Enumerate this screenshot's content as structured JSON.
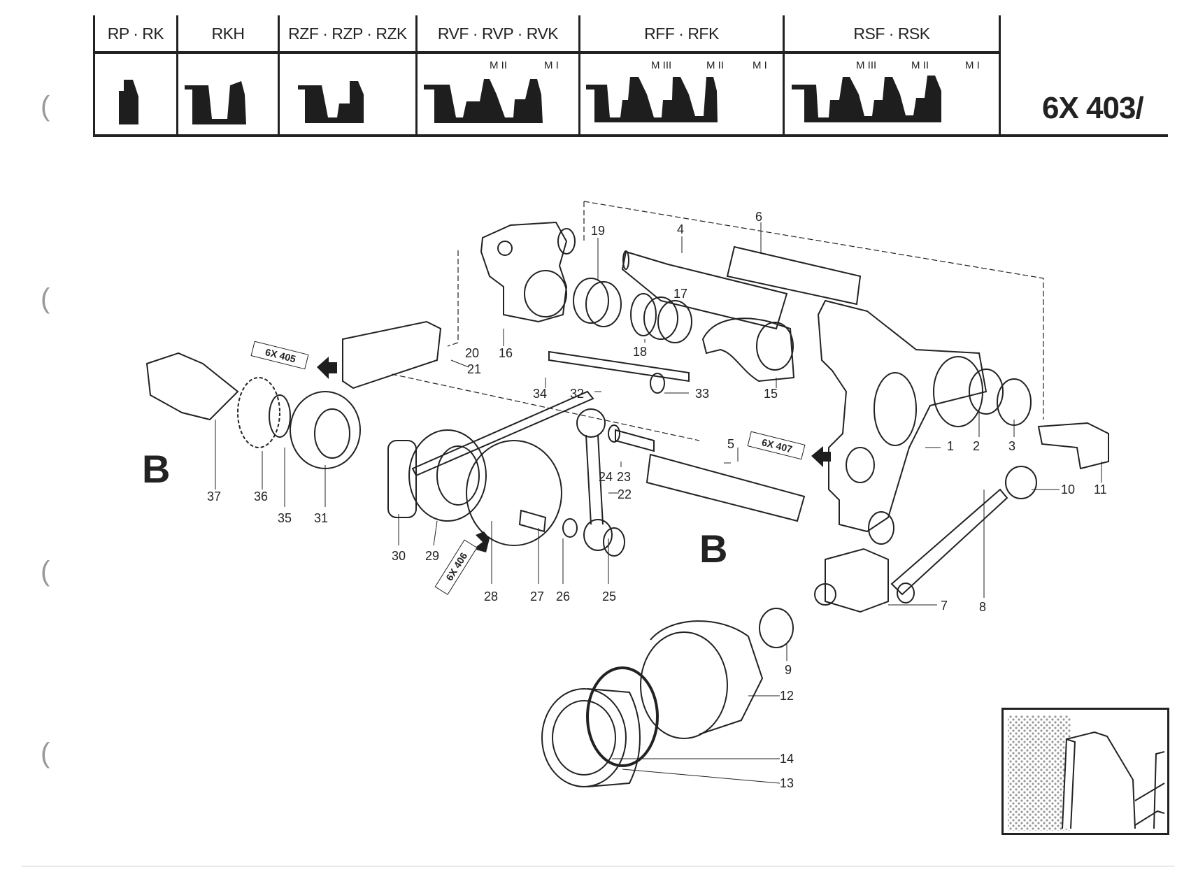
{
  "header": {
    "columns": [
      {
        "label": "RP · RK",
        "marks": []
      },
      {
        "label": "RKH",
        "marks": []
      },
      {
        "label": "RZF · RZP · RZK",
        "marks": []
      },
      {
        "label": "RVF · RVP · RVK",
        "marks": [
          "M II",
          "M I"
        ]
      },
      {
        "label": "RFF · RFK",
        "marks": [
          "M III",
          "M II",
          "M I"
        ]
      },
      {
        "label": "RSF · RSK",
        "marks": [
          "M III",
          "M II",
          "M I"
        ]
      }
    ],
    "doc_id": "6X 403/"
  },
  "diagram": {
    "section_labels": [
      "B",
      "B"
    ],
    "cross_refs": [
      "6X 405",
      "6X 406",
      "6X 407"
    ],
    "callouts": [
      "1",
      "2",
      "3",
      "4",
      "5",
      "6",
      "7",
      "8",
      "9",
      "10",
      "11",
      "12",
      "13",
      "14",
      "15",
      "16",
      "17",
      "18",
      "19",
      "20",
      "21",
      "22",
      "23",
      "24",
      "25",
      "26",
      "27",
      "28",
      "29",
      "30",
      "31",
      "32",
      "33",
      "34",
      "35",
      "36",
      "37"
    ]
  },
  "binder_holes": [
    "(",
    "(",
    "(",
    "("
  ]
}
